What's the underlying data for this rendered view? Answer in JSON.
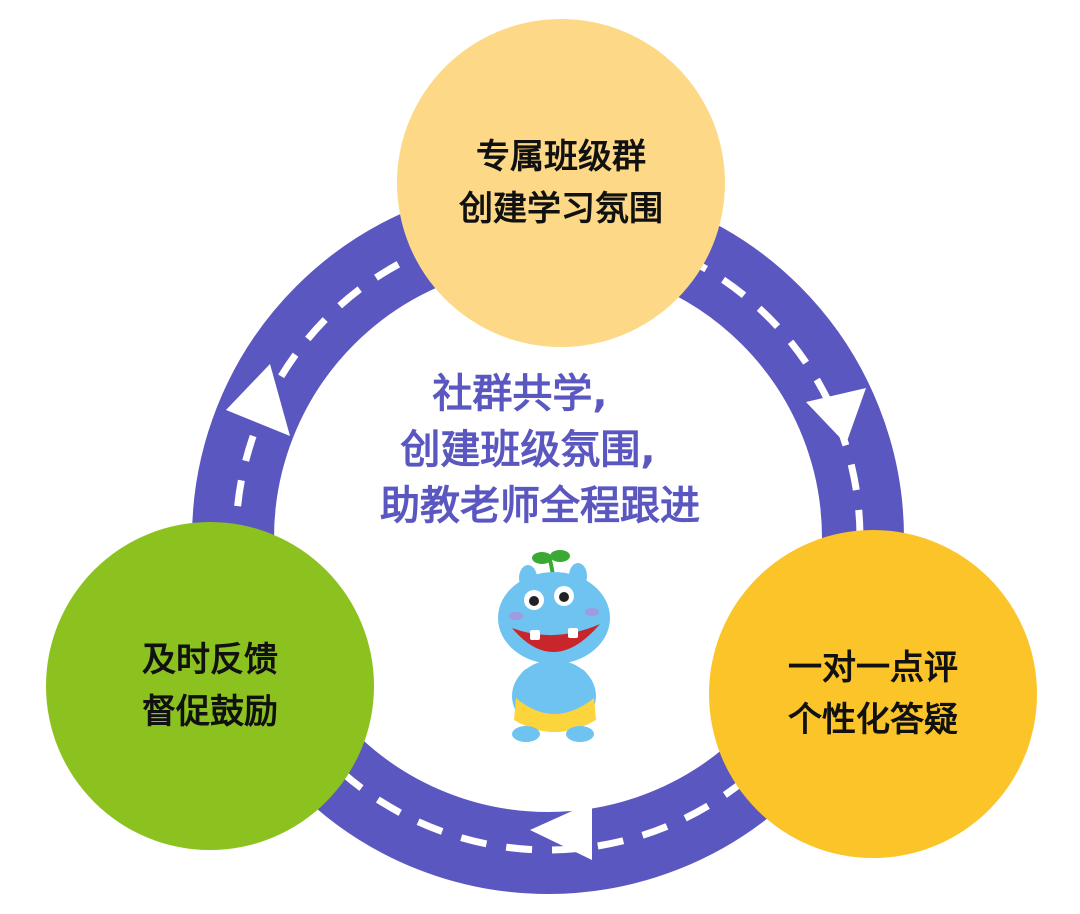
{
  "colors": {
    "ring": "#5B57C0",
    "dash": "#ffffff",
    "node_top": "#FDD987",
    "node_left": "#8CC21F",
    "node_right": "#FBC429",
    "center_text": "#5B57C0",
    "mascot_body": "#6EC3F1",
    "mascot_shorts": "#FCD43B",
    "mascot_sprout": "#3AAA35"
  },
  "icons": [
    "hippo-mascot-icon",
    "arrow-right-icon",
    "arrow-left-icon",
    "arrow-up-icon"
  ],
  "nodes": {
    "top": {
      "line1": "专属班级群",
      "line2": "创建学习氛围"
    },
    "left": {
      "line1": "及时反馈",
      "line2": "督促鼓励"
    },
    "right": {
      "line1": "一对一点评",
      "line2": "个性化答疑"
    }
  },
  "center": {
    "line1": "社群共学,",
    "line2": "创建班级氛围,",
    "line3": "助教老师全程跟进"
  }
}
